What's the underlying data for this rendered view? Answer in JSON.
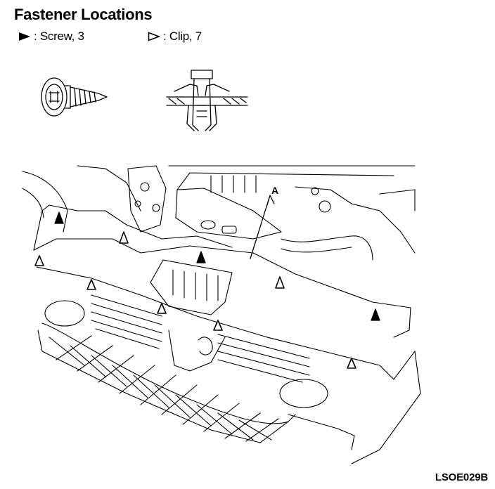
{
  "title": "Fastener Locations",
  "legend": {
    "screw_text": ": Screw, 3",
    "clip_text": ": Clip, 7"
  },
  "callout_label": "A",
  "drawing_code": "LSOE029B"
}
